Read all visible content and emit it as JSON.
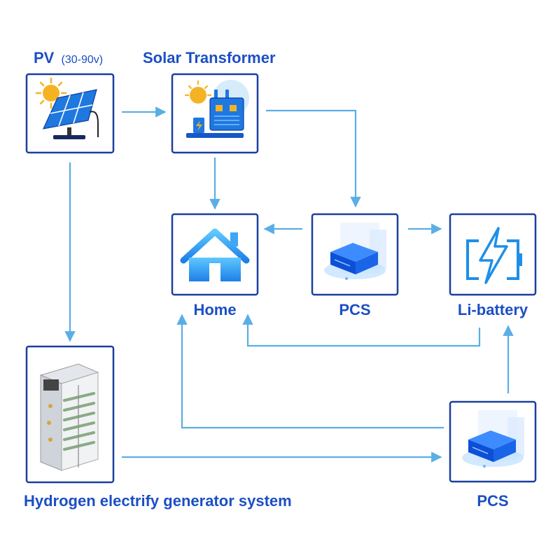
{
  "nodes": {
    "pv": {
      "label": "PV",
      "sublabel": "(30-90v)",
      "icon": "solar-panel-icon"
    },
    "transformer": {
      "label": "Solar Transformer",
      "icon": "transformer-icon"
    },
    "home": {
      "label": "Home",
      "icon": "house-icon"
    },
    "pcs_top": {
      "label": "PCS",
      "icon": "pcs-unit-icon"
    },
    "battery": {
      "label": "Li-battery",
      "icon": "battery-icon"
    },
    "hydrogen": {
      "label": "Hydrogen electrify generator system",
      "icon": "hydrogen-cabinet-icon"
    },
    "pcs_bottom": {
      "label": "PCS",
      "icon": "pcs-unit-icon"
    }
  },
  "colors": {
    "label": "#1c4fc4",
    "box_border": "#1a3f9e",
    "arrow": "#5aaee6",
    "icon_blue": "#1e78e0",
    "sun": "#f5b324"
  }
}
